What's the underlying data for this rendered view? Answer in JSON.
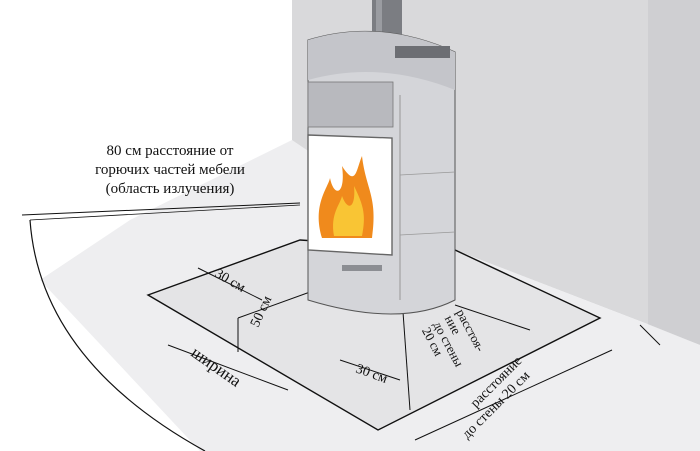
{
  "labels": {
    "radiation_line1": "80 см расстояние от",
    "radiation_line2": "горючих частей мебели",
    "radiation_line3": "(область излучения)",
    "front_30": "30 см",
    "front_50": "50 см",
    "side_30": "30 см",
    "width": "ширина",
    "wall_dist_line1": "расстоя-",
    "wall_dist_line2": "ние",
    "wall_dist_line3": "до стены",
    "wall_dist_line4": "20 см",
    "wall_dist_right_line1": "расстояние",
    "wall_dist_right_line2": "до стены 20 см"
  },
  "colors": {
    "wall": "#d9d9db",
    "floor_light": "#ececee",
    "stove_body": "#d4d5d9",
    "stove_dark": "#9ea0a6",
    "flame_orange": "#f08a1c",
    "flame_yellow": "#f9c534",
    "line": "#111111"
  }
}
